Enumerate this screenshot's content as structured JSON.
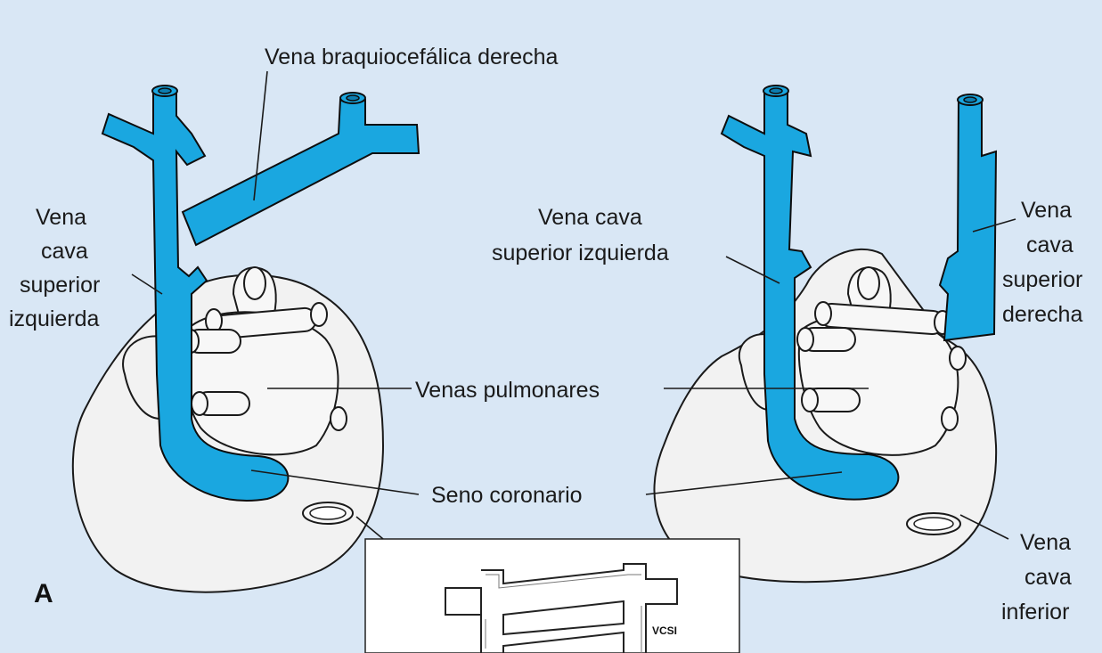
{
  "colors": {
    "background": "#d9e7f5",
    "vein": "#1aa7e0",
    "heart": "#f2f2f2",
    "outline": "#0d0d0d"
  },
  "panel_letter": "A",
  "labels": {
    "vena_braquiocefalica_derecha": "Vena braquiocefálica derecha",
    "left_vcsi": [
      "Vena",
      "cava",
      "superior",
      "izquierda"
    ],
    "right_vcsi": [
      "Vena cava",
      "superior izquierda"
    ],
    "vcsd": [
      "Vena",
      "cava",
      "superior",
      "derecha"
    ],
    "venas_pulmonares": "Venas pulmonares",
    "seno_coronario": "Seno coronario",
    "vci": [
      "Vena",
      "cava",
      "inferior"
    ]
  },
  "inset": {
    "label": "VCSI"
  }
}
